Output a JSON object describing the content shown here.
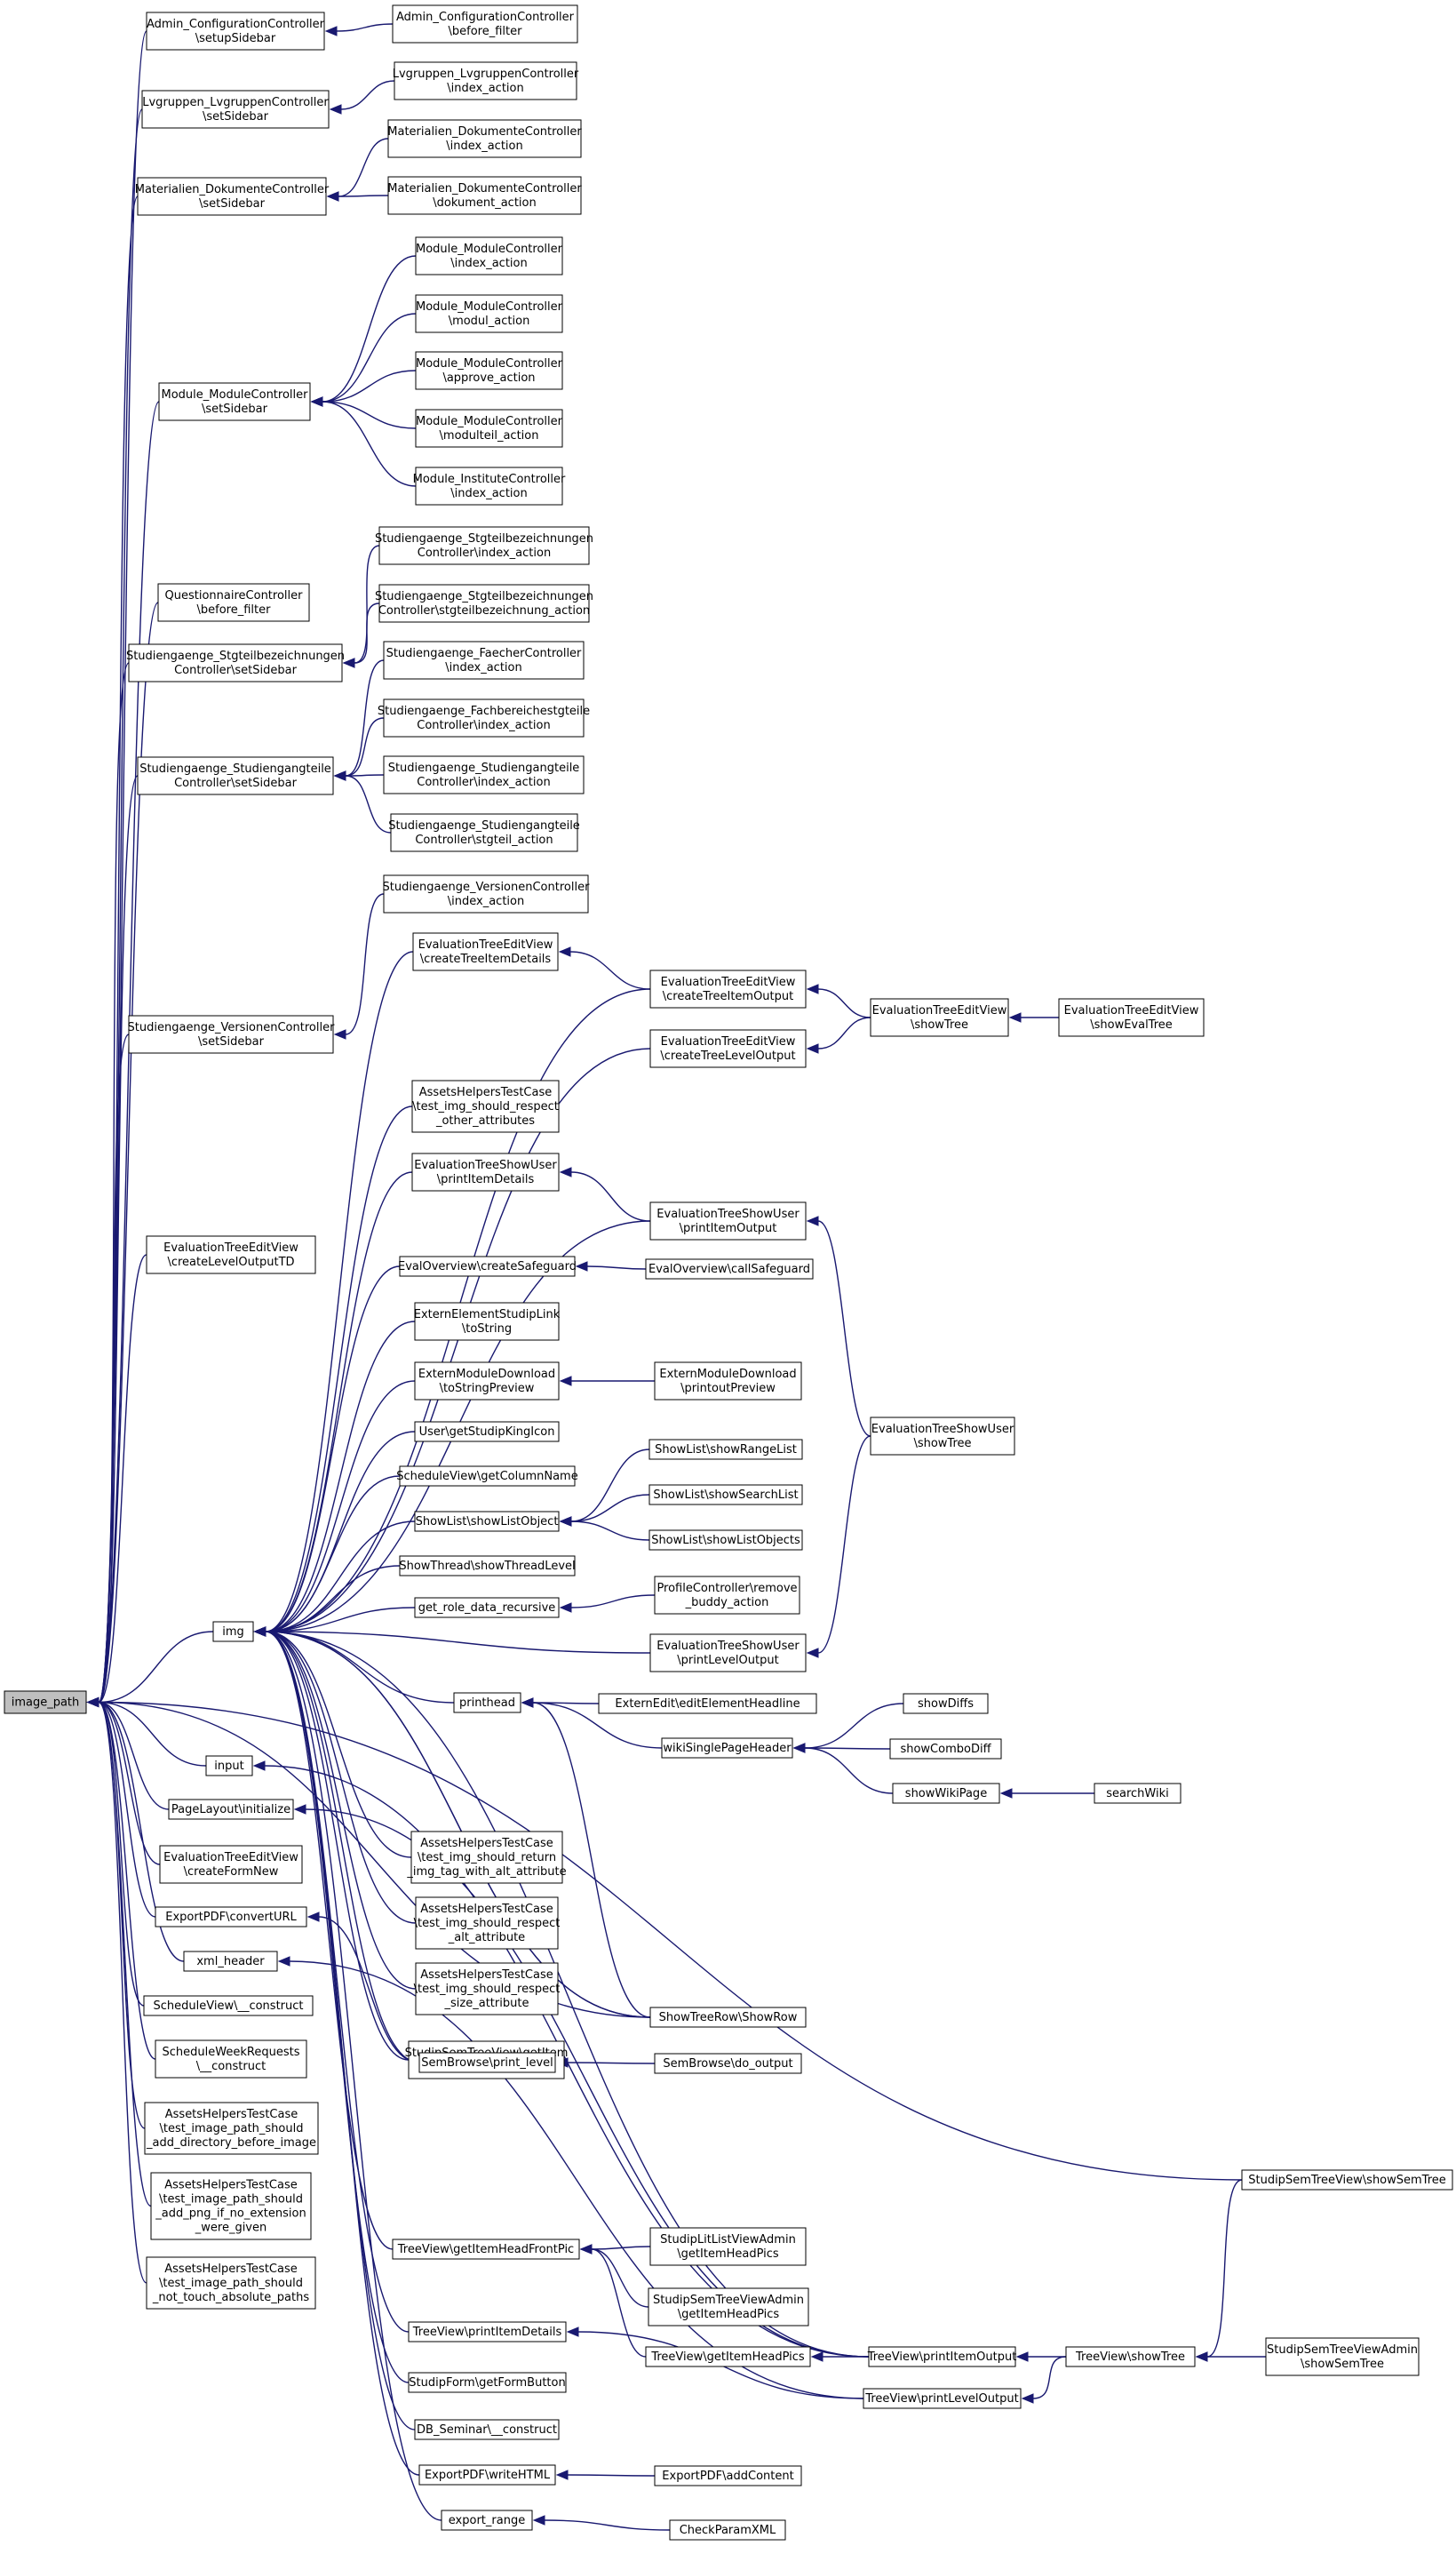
{
  "graph": {
    "edge_color": "#191970",
    "root_fill": "#bfbfbf",
    "root": "n0",
    "nodes": [
      {
        "id": "n0",
        "lines": [
          "image_path"
        ]
      },
      {
        "id": "n1",
        "lines": [
          "Admin_ConfigurationController",
          "\\setupSidebar"
        ]
      },
      {
        "id": "n2",
        "lines": [
          "Admin_ConfigurationController",
          "\\before_filter"
        ]
      },
      {
        "id": "n3",
        "lines": [
          "Lvgruppen_LvgruppenController",
          "\\setSidebar"
        ]
      },
      {
        "id": "n4",
        "lines": [
          "Lvgruppen_LvgruppenController",
          "\\index_action"
        ]
      },
      {
        "id": "n5",
        "lines": [
          "Materialien_DokumenteController",
          "\\setSidebar"
        ]
      },
      {
        "id": "n6",
        "lines": [
          "Materialien_DokumenteController",
          "\\index_action"
        ]
      },
      {
        "id": "n7",
        "lines": [
          "Materialien_DokumenteController",
          "\\dokument_action"
        ]
      },
      {
        "id": "n8",
        "lines": [
          "Module_ModuleController",
          "\\setSidebar"
        ]
      },
      {
        "id": "n9",
        "lines": [
          "Module_ModuleController",
          "\\index_action"
        ]
      },
      {
        "id": "n10",
        "lines": [
          "Module_ModuleController",
          "\\modul_action"
        ]
      },
      {
        "id": "n11",
        "lines": [
          "Module_ModuleController",
          "\\approve_action"
        ]
      },
      {
        "id": "n12",
        "lines": [
          "Module_ModuleController",
          "\\modulteil_action"
        ]
      },
      {
        "id": "n13",
        "lines": [
          "Module_InstituteController",
          "\\index_action"
        ]
      },
      {
        "id": "n14",
        "lines": [
          "QuestionnaireController",
          "\\before_filter"
        ]
      },
      {
        "id": "n15",
        "lines": [
          "Studiengaenge_Stgteilbezeichnungen",
          "Controller\\setSidebar"
        ]
      },
      {
        "id": "n16",
        "lines": [
          "Studiengaenge_Stgteilbezeichnungen",
          "Controller\\index_action"
        ]
      },
      {
        "id": "n17",
        "lines": [
          "Studiengaenge_Stgteilbezeichnungen",
          "Controller\\stgteilbezeichnung_action"
        ]
      },
      {
        "id": "n18",
        "lines": [
          "Studiengaenge_Studiengangteile",
          "Controller\\setSidebar"
        ]
      },
      {
        "id": "n19",
        "lines": [
          "Studiengaenge_FaecherController",
          "\\index_action"
        ]
      },
      {
        "id": "n20",
        "lines": [
          "Studiengaenge_Fachbereichestgteile",
          "Controller\\index_action"
        ]
      },
      {
        "id": "n21",
        "lines": [
          "Studiengaenge_Studiengangteile",
          "Controller\\index_action"
        ]
      },
      {
        "id": "n22",
        "lines": [
          "Studiengaenge_Studiengangteile",
          "Controller\\stgteil_action"
        ]
      },
      {
        "id": "n23",
        "lines": [
          "Studiengaenge_VersionenController",
          "\\setSidebar"
        ]
      },
      {
        "id": "n24",
        "lines": [
          "Studiengaenge_VersionenController",
          "\\index_action"
        ]
      },
      {
        "id": "n25",
        "lines": [
          "EvaluationTreeEditView",
          "\\createLevelOutputTD"
        ]
      },
      {
        "id": "n26",
        "lines": [
          "img"
        ]
      },
      {
        "id": "n27",
        "lines": [
          "EvaluationTreeEditView",
          "\\createTreeItemDetails"
        ]
      },
      {
        "id": "n28",
        "lines": [
          "EvaluationTreeEditView",
          "\\createTreeItemOutput"
        ]
      },
      {
        "id": "n29",
        "lines": [
          "EvaluationTreeEditView",
          "\\showTree"
        ]
      },
      {
        "id": "n30",
        "lines": [
          "EvaluationTreeEditView",
          "\\showEvalTree"
        ]
      },
      {
        "id": "n31",
        "lines": [
          "EvaluationTreeEditView",
          "\\createTreeLevelOutput"
        ]
      },
      {
        "id": "n32",
        "lines": [
          "AssetsHelpersTestCase",
          "\\test_img_should_respect",
          "_other_attributes"
        ]
      },
      {
        "id": "n33",
        "lines": [
          "EvaluationTreeShowUser",
          "\\printItemDetails"
        ]
      },
      {
        "id": "n34",
        "lines": [
          "EvaluationTreeShowUser",
          "\\printItemOutput"
        ]
      },
      {
        "id": "n35",
        "lines": [
          "EvaluationTreeShowUser",
          "\\showTree"
        ]
      },
      {
        "id": "n36",
        "lines": [
          "EvalOverview\\createSafeguard"
        ]
      },
      {
        "id": "n37",
        "lines": [
          "EvalOverview\\callSafeguard"
        ]
      },
      {
        "id": "n38",
        "lines": [
          "ExternElementStudipLink",
          "\\toString"
        ]
      },
      {
        "id": "n39",
        "lines": [
          "ExternModuleDownload",
          "\\toStringPreview"
        ]
      },
      {
        "id": "n40",
        "lines": [
          "ExternModuleDownload",
          "\\printoutPreview"
        ]
      },
      {
        "id": "n41",
        "lines": [
          "User\\getStudipKingIcon"
        ]
      },
      {
        "id": "n42",
        "lines": [
          "ScheduleView\\getColumnName"
        ]
      },
      {
        "id": "n43",
        "lines": [
          "ShowList\\showListObject"
        ]
      },
      {
        "id": "n44",
        "lines": [
          "ShowList\\showRangeList"
        ]
      },
      {
        "id": "n45",
        "lines": [
          "ShowList\\showSearchList"
        ]
      },
      {
        "id": "n46",
        "lines": [
          "ShowList\\showListObjects"
        ]
      },
      {
        "id": "n47",
        "lines": [
          "ShowThread\\showThreadLevel"
        ]
      },
      {
        "id": "n48",
        "lines": [
          "get_role_data_recursive"
        ]
      },
      {
        "id": "n49",
        "lines": [
          "ProfileController\\remove",
          "_buddy_action"
        ]
      },
      {
        "id": "n50",
        "lines": [
          "EvaluationTreeShowUser",
          "\\printLevelOutput"
        ]
      },
      {
        "id": "n51",
        "lines": [
          "printhead"
        ]
      },
      {
        "id": "n52",
        "lines": [
          "ExternEdit\\editElementHeadline"
        ]
      },
      {
        "id": "n53",
        "lines": [
          "wikiSinglePageHeader"
        ]
      },
      {
        "id": "n54",
        "lines": [
          "showDiffs"
        ]
      },
      {
        "id": "n55",
        "lines": [
          "showComboDiff"
        ]
      },
      {
        "id": "n56",
        "lines": [
          "showWikiPage"
        ]
      },
      {
        "id": "n57",
        "lines": [
          "searchWiki"
        ]
      },
      {
        "id": "n58",
        "lines": [
          "input"
        ]
      },
      {
        "id": "n59",
        "lines": [
          "PageLayout\\initialize"
        ]
      },
      {
        "id": "n60",
        "lines": [
          "EvaluationTreeEditView",
          "\\createFormNew"
        ]
      },
      {
        "id": "n61",
        "lines": [
          "ExportPDF\\convertURL"
        ]
      },
      {
        "id": "n62",
        "lines": [
          "xml_header"
        ]
      },
      {
        "id": "n63",
        "lines": [
          "ScheduleView\\__construct"
        ]
      },
      {
        "id": "n64",
        "lines": [
          "ScheduleWeekRequests",
          "\\__construct"
        ]
      },
      {
        "id": "n65",
        "lines": [
          "AssetsHelpersTestCase",
          "\\test_image_path_should",
          "_add_directory_before_image"
        ]
      },
      {
        "id": "n66",
        "lines": [
          "AssetsHelpersTestCase",
          "\\test_image_path_should",
          "_add_png_if_no_extension",
          "_were_given"
        ]
      },
      {
        "id": "n67",
        "lines": [
          "AssetsHelpersTestCase",
          "\\test_image_path_should",
          "_not_touch_absolute_paths"
        ]
      },
      {
        "id": "n68",
        "lines": [
          "AssetsHelpersTestCase",
          "\\test_img_should_return",
          "_img_tag_with_alt_attribute"
        ]
      },
      {
        "id": "n69",
        "lines": [
          "AssetsHelpersTestCase",
          "\\test_img_should_respect",
          "_alt_attribute"
        ]
      },
      {
        "id": "n70",
        "lines": [
          "AssetsHelpersTestCase",
          "\\test_img_should_respect",
          "_size_attribute"
        ]
      },
      {
        "id": "n71",
        "lines": [
          "StudipSemTreeView\\getItem",
          "HeadPics"
        ]
      },
      {
        "id": "n72",
        "lines": [
          "ShowTreeRow\\ShowRow"
        ]
      },
      {
        "id": "n73",
        "lines": [
          "SemBrowse\\print_level"
        ]
      },
      {
        "id": "n74",
        "lines": [
          "SemBrowse\\do_output"
        ]
      },
      {
        "id": "n75",
        "lines": [
          "StudipSemTreeView\\showSemTree"
        ]
      },
      {
        "id": "n76",
        "lines": [
          "TreeView\\getItemHeadFrontPic"
        ]
      },
      {
        "id": "n77",
        "lines": [
          "StudipLitListViewAdmin",
          "\\getItemHeadPics"
        ]
      },
      {
        "id": "n78",
        "lines": [
          "StudipSemTreeViewAdmin",
          "\\getItemHeadPics"
        ]
      },
      {
        "id": "n79",
        "lines": [
          "TreeView\\getItemHeadPics"
        ]
      },
      {
        "id": "n80",
        "lines": [
          "TreeView\\printItemOutput"
        ]
      },
      {
        "id": "n81",
        "lines": [
          "TreeView\\showTree"
        ]
      },
      {
        "id": "n82",
        "lines": [
          "StudipSemTreeViewAdmin",
          "\\showSemTree"
        ]
      },
      {
        "id": "n83",
        "lines": [
          "TreeView\\printItemDetails"
        ]
      },
      {
        "id": "n84",
        "lines": [
          "TreeView\\printLevelOutput"
        ]
      },
      {
        "id": "n85",
        "lines": [
          "StudipForm\\getFormButton"
        ]
      },
      {
        "id": "n86",
        "lines": [
          "DB_Seminar\\__construct"
        ]
      },
      {
        "id": "n87",
        "lines": [
          "ExportPDF\\writeHTML"
        ]
      },
      {
        "id": "n88",
        "lines": [
          "ExportPDF\\addContent"
        ]
      },
      {
        "id": "n89",
        "lines": [
          "export_range"
        ]
      },
      {
        "id": "n90",
        "lines": [
          "CheckParamXML"
        ]
      }
    ],
    "edges": [
      [
        "n1",
        "n0"
      ],
      [
        "n2",
        "n1"
      ],
      [
        "n3",
        "n0"
      ],
      [
        "n4",
        "n3"
      ],
      [
        "n5",
        "n0"
      ],
      [
        "n6",
        "n5"
      ],
      [
        "n7",
        "n5"
      ],
      [
        "n8",
        "n0"
      ],
      [
        "n9",
        "n8"
      ],
      [
        "n10",
        "n8"
      ],
      [
        "n11",
        "n8"
      ],
      [
        "n12",
        "n8"
      ],
      [
        "n13",
        "n8"
      ],
      [
        "n14",
        "n0"
      ],
      [
        "n15",
        "n0"
      ],
      [
        "n16",
        "n15"
      ],
      [
        "n17",
        "n15"
      ],
      [
        "n18",
        "n0"
      ],
      [
        "n19",
        "n18"
      ],
      [
        "n20",
        "n18"
      ],
      [
        "n21",
        "n18"
      ],
      [
        "n22",
        "n18"
      ],
      [
        "n23",
        "n0"
      ],
      [
        "n24",
        "n23"
      ],
      [
        "n25",
        "n0"
      ],
      [
        "n26",
        "n0"
      ],
      [
        "n58",
        "n0"
      ],
      [
        "n59",
        "n0"
      ],
      [
        "n60",
        "n0"
      ],
      [
        "n61",
        "n0"
      ],
      [
        "n62",
        "n0"
      ],
      [
        "n63",
        "n0"
      ],
      [
        "n64",
        "n0"
      ],
      [
        "n65",
        "n0"
      ],
      [
        "n66",
        "n0"
      ],
      [
        "n67",
        "n0"
      ],
      [
        "n72",
        "n0"
      ],
      [
        "n75",
        "n0"
      ],
      [
        "n27",
        "n26"
      ],
      [
        "n28",
        "n26"
      ],
      [
        "n31",
        "n26"
      ],
      [
        "n32",
        "n26"
      ],
      [
        "n33",
        "n26"
      ],
      [
        "n34",
        "n26"
      ],
      [
        "n36",
        "n26"
      ],
      [
        "n38",
        "n26"
      ],
      [
        "n39",
        "n26"
      ],
      [
        "n41",
        "n26"
      ],
      [
        "n42",
        "n26"
      ],
      [
        "n43",
        "n26"
      ],
      [
        "n47",
        "n26"
      ],
      [
        "n48",
        "n26"
      ],
      [
        "n50",
        "n26"
      ],
      [
        "n51",
        "n26"
      ],
      [
        "n68",
        "n26"
      ],
      [
        "n69",
        "n26"
      ],
      [
        "n70",
        "n26"
      ],
      [
        "n71",
        "n26"
      ],
      [
        "n72",
        "n26"
      ],
      [
        "n73",
        "n26"
      ],
      [
        "n76",
        "n26"
      ],
      [
        "n80",
        "n26"
      ],
      [
        "n83",
        "n26"
      ],
      [
        "n85",
        "n26"
      ],
      [
        "n86",
        "n26"
      ],
      [
        "n87",
        "n26"
      ],
      [
        "n89",
        "n26"
      ],
      [
        "n28",
        "n27"
      ],
      [
        "n29",
        "n28"
      ],
      [
        "n30",
        "n29"
      ],
      [
        "n29",
        "n31"
      ],
      [
        "n34",
        "n33"
      ],
      [
        "n35",
        "n34"
      ],
      [
        "n37",
        "n36"
      ],
      [
        "n40",
        "n39"
      ],
      [
        "n44",
        "n43"
      ],
      [
        "n45",
        "n43"
      ],
      [
        "n46",
        "n43"
      ],
      [
        "n49",
        "n48"
      ],
      [
        "n35",
        "n50"
      ],
      [
        "n52",
        "n51"
      ],
      [
        "n53",
        "n51"
      ],
      [
        "n72",
        "n51"
      ],
      [
        "n54",
        "n53"
      ],
      [
        "n55",
        "n53"
      ],
      [
        "n56",
        "n53"
      ],
      [
        "n57",
        "n56"
      ],
      [
        "n74",
        "n73"
      ],
      [
        "n77",
        "n76"
      ],
      [
        "n78",
        "n76"
      ],
      [
        "n79",
        "n76"
      ],
      [
        "n80",
        "n79"
      ],
      [
        "n81",
        "n80"
      ],
      [
        "n75",
        "n81"
      ],
      [
        "n82",
        "n81"
      ],
      [
        "n84",
        "n83"
      ],
      [
        "n81",
        "n84"
      ],
      [
        "n88",
        "n87"
      ],
      [
        "n90",
        "n89"
      ],
      [
        "n80",
        "n59"
      ],
      [
        "n73",
        "n61"
      ],
      [
        "n84",
        "n62"
      ],
      [
        "n80",
        "n58"
      ],
      [
        "n72",
        "n26"
      ]
    ]
  }
}
